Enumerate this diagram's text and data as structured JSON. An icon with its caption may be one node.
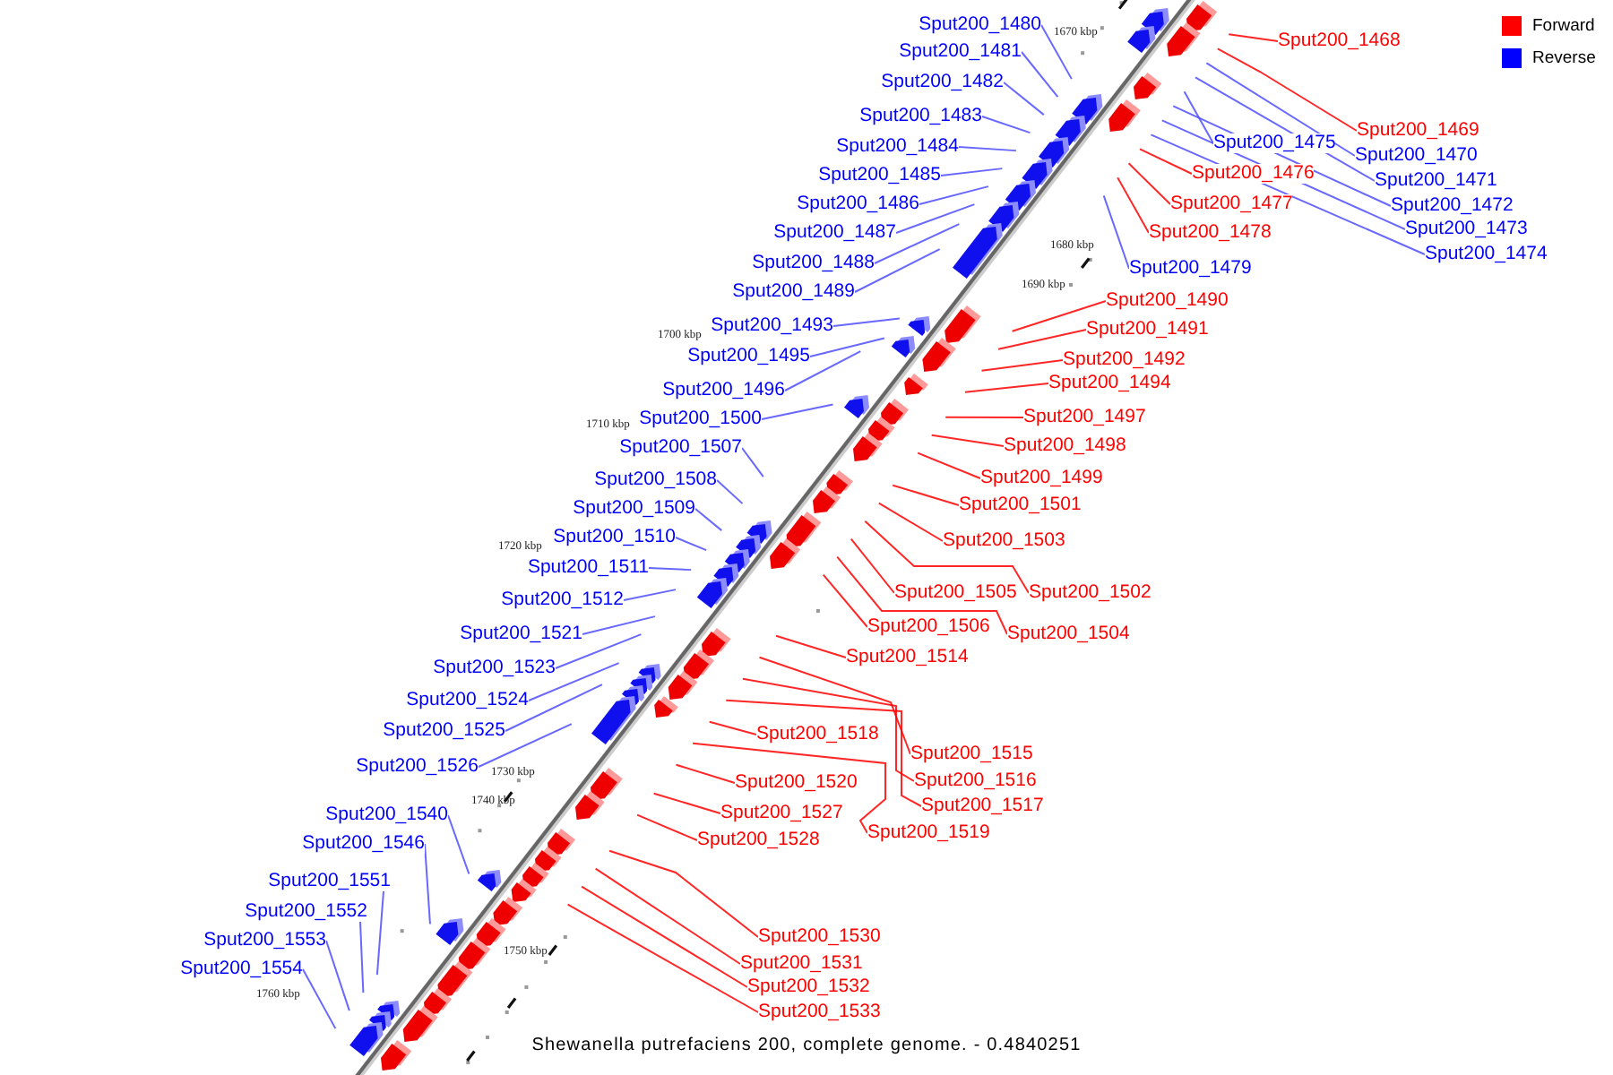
{
  "diagram": {
    "caption": "Shewanella putrefaciens 200, complete genome. - 0.4840251",
    "nodes": [
      {
        "text": [
          "Sput200_1480"
        ]
      },
      {
        "text": [
          "Sput200_1468"
        ]
      },
      {
        "text": [
          "Sput200_1481"
        ]
      },
      {
        "text": [
          "Sput200_1482"
        ]
      },
      {
        "text": [
          "Sput200_1483"
        ]
      },
      {
        "text": [
          "Sput200_1469"
        ]
      },
      {
        "text": [
          "Sput200_1475"
        ]
      },
      {
        "text": [
          "Sput200_1484"
        ]
      },
      {
        "text": [
          "Sput200_1470"
        ]
      },
      {
        "text": [
          "Sput200_1476"
        ]
      },
      {
        "text": [
          "Sput200_1485"
        ]
      },
      {
        "text": [
          "Sput200_1471"
        ]
      },
      {
        "text": [
          "Sput200_1477"
        ]
      },
      {
        "text": [
          "Sput200_1486"
        ]
      },
      {
        "text": [
          "Sput200_1472"
        ]
      },
      {
        "text": [
          "Sput200_1473"
        ]
      },
      {
        "text": [
          "Sput200_1487"
        ]
      },
      {
        "text": [
          "Sput200_1478"
        ]
      },
      {
        "text": [
          "Sput200_1474"
        ]
      },
      {
        "text": [
          "Sput200_1488"
        ]
      },
      {
        "text": [
          "Sput200_1479"
        ]
      },
      {
        "text": [
          "Sput200_1489"
        ]
      },
      {
        "text": [
          "Sput200_1490"
        ]
      },
      {
        "text": [
          "Sput200_1493"
        ]
      },
      {
        "text": [
          "Sput200_1491"
        ]
      },
      {
        "text": [
          "Sput200_1495"
        ]
      },
      {
        "text": [
          "Sput200_1492"
        ]
      },
      {
        "text": [
          "Sput200_1494"
        ]
      },
      {
        "text": [
          "Sput200_1496"
        ]
      },
      {
        "text": [
          "Sput200_1497"
        ]
      },
      {
        "text": [
          "Sput200_1500"
        ]
      },
      {
        "text": [
          "Sput200_1498"
        ]
      },
      {
        "text": [
          "Sput200_1507"
        ]
      },
      {
        "text": [
          "Sput200_1499"
        ]
      },
      {
        "text": [
          "Sput200_1508"
        ]
      },
      {
        "text": [
          "Sput200_1501"
        ]
      },
      {
        "text": [
          "Sput200_1509"
        ]
      },
      {
        "text": [
          "Sput200_1510"
        ]
      },
      {
        "text": [
          "Sput200_1503"
        ]
      },
      {
        "text": [
          "Sput200_1511"
        ]
      },
      {
        "text": [
          "Sput200_1505"
        ]
      },
      {
        "text": [
          "Sput200_1502"
        ]
      },
      {
        "text": [
          "Sput200_1512"
        ]
      },
      {
        "text": [
          "Sput200_1506"
        ]
      },
      {
        "text": [
          "Sput200_1504"
        ]
      },
      {
        "text": [
          "Sput200_1521"
        ]
      },
      {
        "text": [
          "Sput200_1514"
        ]
      },
      {
        "text": [
          "Sput200_1523"
        ]
      },
      {
        "text": [
          "Sput200_1524"
        ]
      },
      {
        "text": [
          "Sput200_1518"
        ]
      },
      {
        "text": [
          "Sput200_1525"
        ]
      },
      {
        "text": [
          "Sput200_1515"
        ]
      },
      {
        "text": [
          "Sput200_1526"
        ]
      },
      {
        "text": [
          "Sput200_1516"
        ]
      },
      {
        "text": [
          "Sput200_1520"
        ]
      },
      {
        "text": [
          "Sput200_1517"
        ]
      },
      {
        "text": [
          "Sput200_1527"
        ]
      },
      {
        "text": [
          "Sput200_1519"
        ]
      },
      {
        "text": [
          "Sput200_1528"
        ]
      },
      {
        "text": [
          "Sput200_1540"
        ]
      },
      {
        "text": [
          "Sput200_1546"
        ]
      },
      {
        "text": [
          "Sput200_1551"
        ]
      },
      {
        "text": [
          "Sput200_1552"
        ]
      },
      {
        "text": [
          "Sput200_1553"
        ]
      },
      {
        "text": [
          "Sput200_1530"
        ]
      },
      {
        "text": [
          "Sput200_1554"
        ]
      },
      {
        "text": [
          "Sput200_1531"
        ]
      },
      {
        "text": [
          "Sput200_1532"
        ]
      },
      {
        "text": [
          "Sput200_1533"
        ]
      }
    ],
    "edges": [
      {
        "from": 0,
        "to": null,
        "arrow": "none"
      },
      {
        "from": 1,
        "to": null,
        "arrow": "none",
        "color": "#ff0000"
      },
      {
        "from": 2,
        "to": null,
        "arrow": "none"
      },
      {
        "from": 3,
        "to": null,
        "arrow": "none"
      },
      {
        "from": 4,
        "to": null,
        "arrow": "none"
      },
      {
        "from": 5,
        "to": null,
        "arrow": "none",
        "color": "#ff0000"
      },
      {
        "from": 6,
        "to": null,
        "arrow": "none"
      },
      {
        "from": 7,
        "to": null,
        "arrow": "none"
      },
      {
        "from": 8,
        "to": null,
        "arrow": "none"
      },
      {
        "from": 9,
        "to": null,
        "arrow": "none",
        "color": "#ff0000"
      },
      {
        "from": 10,
        "to": null,
        "arrow": "none"
      },
      {
        "from": 11,
        "to": null,
        "arrow": "none"
      },
      {
        "from": 12,
        "to": null,
        "arrow": "none",
        "color": "#ff0000"
      },
      {
        "from": 13,
        "to": null,
        "arrow": "none"
      },
      {
        "from": 14,
        "to": null,
        "arrow": "none"
      },
      {
        "from": 15,
        "to": null,
        "arrow": "none"
      },
      {
        "from": 16,
        "to": null,
        "arrow": "none"
      },
      {
        "from": 17,
        "to": null,
        "arrow": "none",
        "color": "#ff0000"
      },
      {
        "from": 18,
        "to": null,
        "arrow": "none"
      },
      {
        "from": 19,
        "to": null,
        "arrow": "none"
      },
      {
        "from": 20,
        "to": null,
        "arrow": "none"
      },
      {
        "from": 21,
        "to": null,
        "arrow": "none"
      },
      {
        "from": 22,
        "to": null,
        "arrow": "none",
        "color": "#ff0000"
      },
      {
        "from": 23,
        "to": null,
        "arrow": "none"
      },
      {
        "from": 24,
        "to": null,
        "arrow": "none",
        "color": "#ff0000"
      },
      {
        "from": 25,
        "to": null,
        "arrow": "none"
      },
      {
        "from": 26,
        "to": null,
        "arrow": "none",
        "color": "#ff0000"
      },
      {
        "from": 27,
        "to": null,
        "arrow": "none",
        "color": "#ff0000"
      },
      {
        "from": 28,
        "to": null,
        "arrow": "none"
      },
      {
        "from": 29,
        "to": null,
        "arrow": "none",
        "color": "#ff0000"
      },
      {
        "from": 30,
        "to": null,
        "arrow": "none"
      },
      {
        "from": 31,
        "to": null,
        "arrow": "none",
        "color": "#ff0000"
      },
      {
        "from": 32,
        "to": null,
        "arrow": "none"
      },
      {
        "from": 33,
        "to": null,
        "arrow": "none",
        "color": "#ff0000"
      },
      {
        "from": 34,
        "to": null,
        "arrow": "none"
      },
      {
        "from": 35,
        "to": null,
        "arrow": "none",
        "color": "#ff0000"
      },
      {
        "from": 36,
        "to": null,
        "arrow": "none"
      },
      {
        "from": 37,
        "to": null,
        "arrow": "none"
      },
      {
        "from": 38,
        "to": null,
        "arrow": "none",
        "color": "#ff0000"
      },
      {
        "from": 39,
        "to": null,
        "arrow": "none"
      },
      {
        "from": 40,
        "to": null,
        "arrow": "none",
        "color": "#ff0000"
      },
      {
        "from": 41,
        "to": null,
        "arrow": "none",
        "color": "#ff0000"
      },
      {
        "from": 42,
        "to": null,
        "arrow": "none"
      },
      {
        "from": 43,
        "to": null,
        "arrow": "none",
        "color": "#ff0000"
      },
      {
        "from": 44,
        "to": null,
        "arrow": "none",
        "color": "#ff0000"
      },
      {
        "from": 45,
        "to": null,
        "arrow": "none"
      },
      {
        "from": 46,
        "to": null,
        "arrow": "none",
        "color": "#ff0000"
      },
      {
        "from": 47,
        "to": null,
        "arrow": "none"
      },
      {
        "from": 48,
        "to": null,
        "arrow": "none"
      },
      {
        "from": 49,
        "to": null,
        "arrow": "none",
        "color": "#ff0000"
      },
      {
        "from": 50,
        "to": null,
        "arrow": "none"
      },
      {
        "from": 51,
        "to": null,
        "arrow": "none",
        "color": "#ff0000"
      },
      {
        "from": 52,
        "to": null,
        "arrow": "none"
      },
      {
        "from": 53,
        "to": null,
        "arrow": "none",
        "color": "#ff0000"
      },
      {
        "from": 54,
        "to": null,
        "arrow": "none",
        "color": "#ff0000"
      },
      {
        "from": 55,
        "to": null,
        "arrow": "none",
        "color": "#ff0000"
      },
      {
        "from": 56,
        "to": null,
        "arrow": "none",
        "color": "#ff0000"
      },
      {
        "from": 57,
        "to": null,
        "arrow": "none",
        "color": "#ff0000"
      },
      {
        "from": 58,
        "to": null,
        "arrow": "none",
        "color": "#ff0000"
      },
      {
        "from": 59,
        "to": null,
        "arrow": "none"
      },
      {
        "from": 60,
        "to": null,
        "arrow": "none"
      },
      {
        "from": 61,
        "to": null,
        "arrow": "none"
      },
      {
        "from": 62,
        "to": null,
        "arrow": "none"
      },
      {
        "from": 63,
        "to": null,
        "arrow": "none"
      },
      {
        "from": 64,
        "to": null,
        "arrow": "none",
        "color": "#ff0000"
      },
      {
        "from": 65,
        "to": null,
        "arrow": "none"
      },
      {
        "from": 66,
        "to": null,
        "arrow": "none",
        "color": "#ff0000"
      },
      {
        "from": 67,
        "to": null,
        "arrow": "none",
        "color": "#ff0000"
      },
      {
        "from": 68,
        "to": null,
        "arrow": "none",
        "color": "#ff0000"
      }
    ],
    "labels": [
      "1670 kbp",
      "1680 kbp",
      "1690 kbp",
      "1700 kbp",
      "1710 kbp",
      "1720 kbp",
      "1730 kbp",
      "1740 kbp",
      "1750 kbp",
      "1760 kbp"
    ],
    "legend": [
      {
        "text": "Forward",
        "color": "#ff0000"
      },
      {
        "text": "Reverse",
        "color": "#0000ff"
      }
    ]
  }
}
